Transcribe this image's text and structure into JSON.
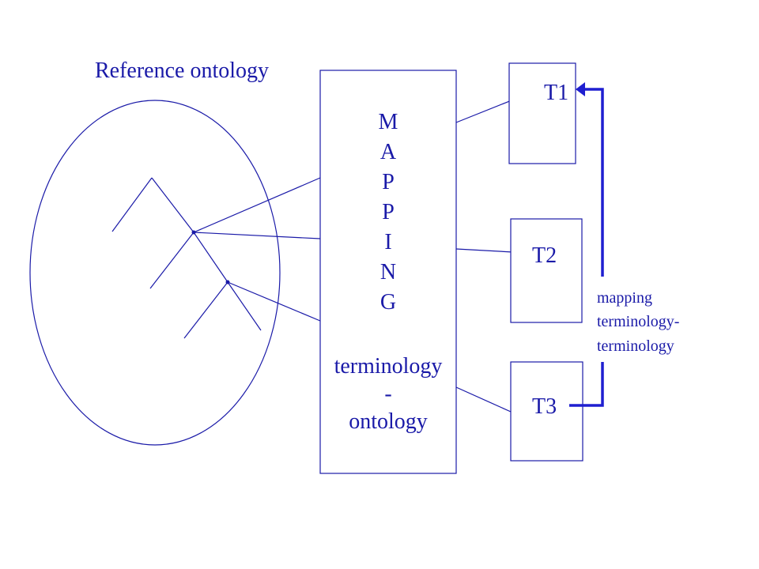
{
  "title": "Reference ontology",
  "mapping_box": {
    "letters": [
      "M",
      "A",
      "P",
      "P",
      "I",
      "N",
      "G"
    ],
    "subtitle_lines": [
      "terminology",
      "-",
      "ontology"
    ]
  },
  "terminologies": [
    "T1",
    "T2",
    "T3"
  ],
  "side_label_lines": [
    "mapping",
    "terminology-",
    "terminology"
  ],
  "colors": {
    "primary": "#1a1aa8",
    "arrow": "#1f1fd0"
  }
}
